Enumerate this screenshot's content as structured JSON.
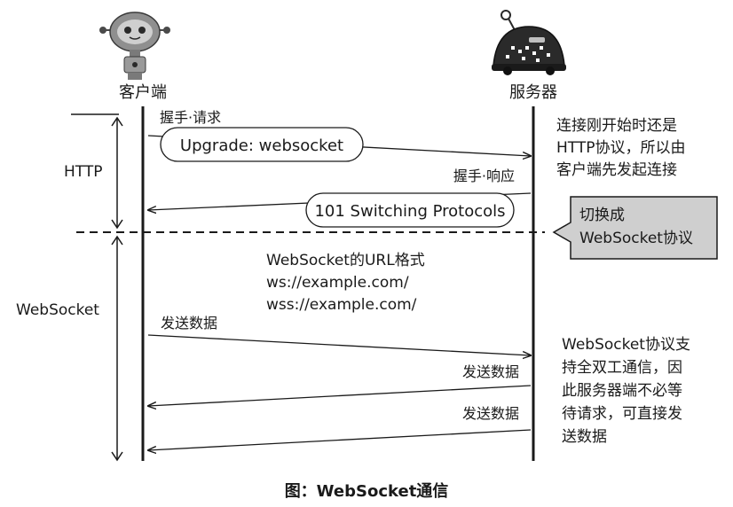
{
  "actors": {
    "client_label": "客户端",
    "server_label": "服务器"
  },
  "phases": {
    "http_label": "HTTP",
    "websocket_label": "WebSocket"
  },
  "messages": {
    "handshake_request_label": "握手·请求",
    "upgrade_bubble": "Upgrade: websocket",
    "handshake_response_label": "握手·响应",
    "switching_bubble": "101 Switching Protocols",
    "send_data_1": "发送数据",
    "send_data_2": "发送数据",
    "send_data_3": "发送数据"
  },
  "url_format": {
    "title": "WebSocket的URL格式",
    "line1": "ws://example.com/",
    "line2": "wss://example.com/"
  },
  "notes": {
    "http_note": [
      "连接刚开始时还是",
      "HTTP协议，所以由",
      "客户端先发起连接"
    ],
    "switch_note": [
      "切换成",
      "WebSocket协议"
    ],
    "ws_note": [
      "WebSocket协议支",
      "持全双工通信，因",
      "此服务器端不必等",
      "待请求，可直接发",
      "送数据"
    ]
  },
  "caption": "图：WebSocket通信",
  "colors": {
    "ink": "#1a1a1a",
    "note_box_fill": "#cfcfcf",
    "robot_gray": "#9a9a9a",
    "server_dark": "#2a2a2a"
  },
  "icons": {
    "client": "robot-client-icon",
    "server": "robot-server-icon"
  }
}
